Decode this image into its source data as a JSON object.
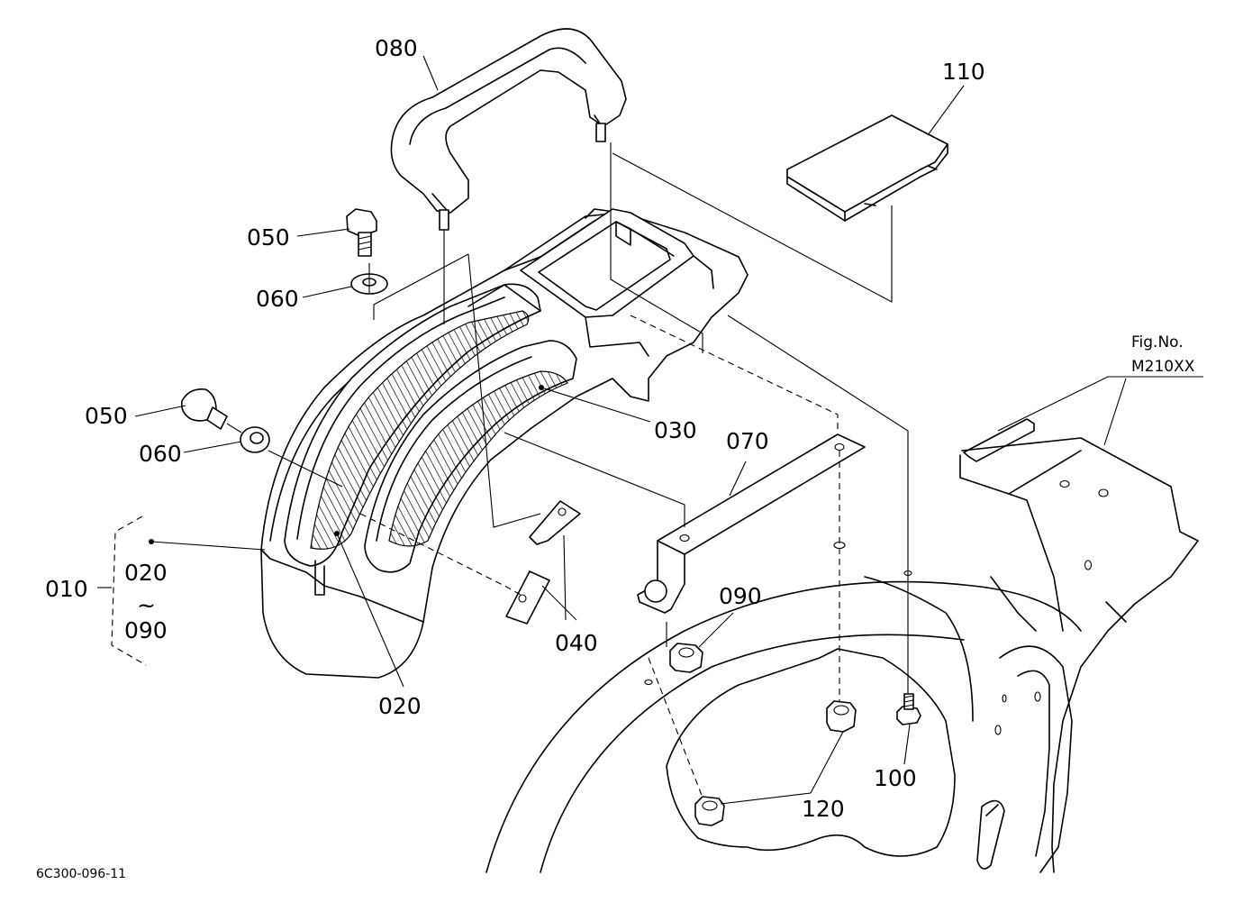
{
  "drawing_code": "6C300-096-11",
  "figure": {
    "label": "Fig.No.",
    "number": "M210XX"
  },
  "parts": {
    "p010": "010",
    "p020": "020",
    "p020_range_start": "020",
    "p020_range_tilde": "~",
    "p020_range_end": "090",
    "p030": "030",
    "p040": "040",
    "p050_top": "050",
    "p050_left": "050",
    "p060_top": "060",
    "p060_left": "060",
    "p070": "070",
    "p080": "080",
    "p090": "090",
    "p100": "100",
    "p110": "110",
    "p120": "120"
  }
}
